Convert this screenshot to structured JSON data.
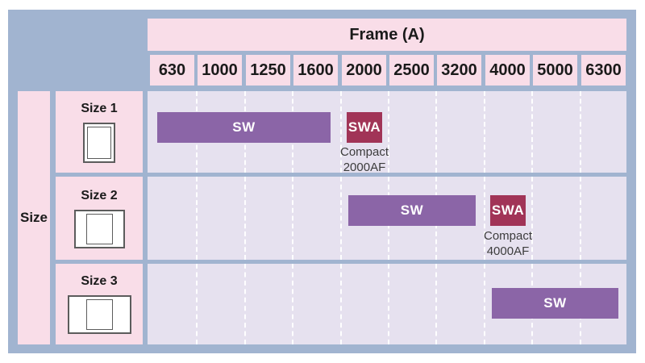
{
  "header": {
    "title": "Frame (A)",
    "columns": [
      "630",
      "1000",
      "1250",
      "1600",
      "2000",
      "2500",
      "3200",
      "4000",
      "5000",
      "6300"
    ]
  },
  "side": {
    "label": "Size",
    "rows": [
      "Size 1",
      "Size 2",
      "Size 3"
    ]
  },
  "bars": {
    "size1_sw": "SW",
    "size1_swa": "SWA",
    "size1_note_line1": "Compact",
    "size1_note_line2": "2000AF",
    "size2_sw": "SW",
    "size2_swa": "SWA",
    "size2_note_line1": "Compact",
    "size2_note_line2": "4000AF",
    "size3_sw": "SW"
  },
  "colors": {
    "frame_background": "#a1b4d0",
    "header_cell_pink": "#f9dde8",
    "plot_lavender": "#e6e1ef",
    "sw_bar_purple": "#8b65a7",
    "swa_bar_berry": "#a13457",
    "bar_text": "#ffffff",
    "note_text": "#3c3c3c"
  },
  "chart_data": {
    "type": "bar",
    "subtype": "horizontal-range-availability-matrix",
    "title": "Frame (A)",
    "x_categories": [
      "630",
      "1000",
      "1250",
      "1600",
      "2000",
      "2500",
      "3200",
      "4000",
      "5000",
      "6300"
    ],
    "y_categories": [
      "Size 1",
      "Size 2",
      "Size 3"
    ],
    "series": [
      {
        "name": "SW",
        "row": "Size 1",
        "from": "630",
        "to": "1600",
        "color": "#8b65a7"
      },
      {
        "name": "SWA",
        "row": "Size 1",
        "at": "2000",
        "annotation": "Compact 2000AF",
        "color": "#a13457"
      },
      {
        "name": "SW",
        "row": "Size 2",
        "from": "2000",
        "to": "3200",
        "color": "#8b65a7"
      },
      {
        "name": "SWA",
        "row": "Size 2",
        "at": "4000",
        "annotation": "Compact 4000AF",
        "color": "#a13457"
      },
      {
        "name": "SW",
        "row": "Size 3",
        "from": "4000",
        "to": "6300",
        "color": "#8b65a7"
      }
    ],
    "legend": "none",
    "grid": "vertical white dashed lines at every column boundary",
    "xlabel": "Frame (A)",
    "ylabel": "Size"
  }
}
